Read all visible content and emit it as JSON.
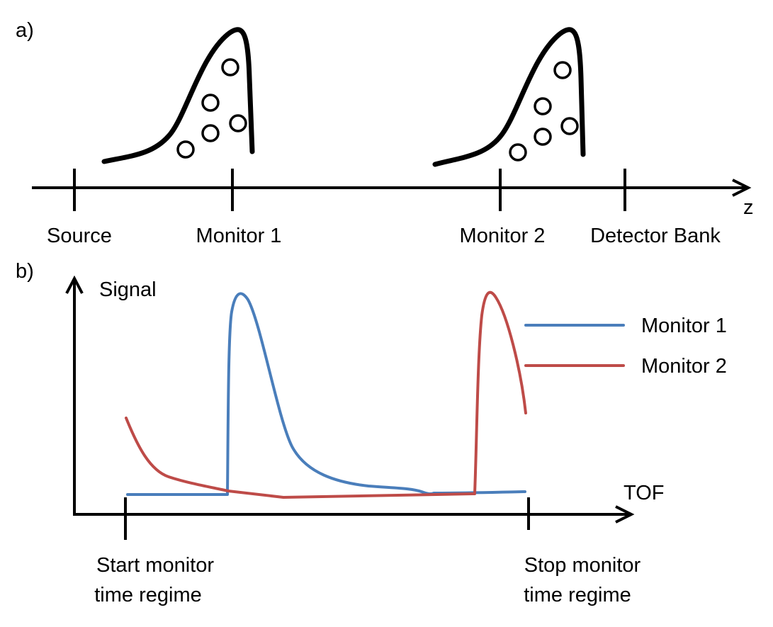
{
  "panel_a": {
    "label": "a)",
    "axis_label": "z",
    "positions": [
      "Source",
      "Monitor 1",
      "Monitor 2",
      "Detector Bank"
    ]
  },
  "panel_b": {
    "label": "b)",
    "y_axis_label": "Signal",
    "x_axis_label": "TOF",
    "start_label_line1": "Start monitor",
    "start_label_line2": "time regime",
    "stop_label_line1": "Stop monitor",
    "stop_label_line2": "time regime",
    "legend": [
      {
        "name": "Monitor 1",
        "color": "#4a7ebb"
      },
      {
        "name": "Monitor 2",
        "color": "#be4b48"
      }
    ]
  }
}
